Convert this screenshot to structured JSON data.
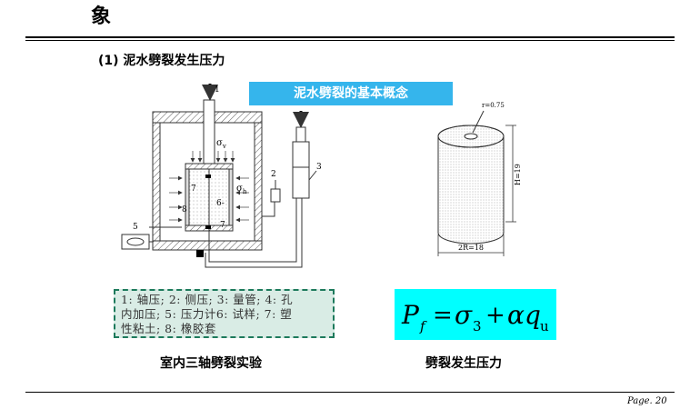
{
  "header": {
    "title": "象"
  },
  "section": {
    "heading": "(1) 泥水劈裂发生压力"
  },
  "banner": {
    "text": "泥水劈裂的基本概念"
  },
  "apparatus": {
    "labels": {
      "n1": "1",
      "n2": "2",
      "n3": "3",
      "n5": "5",
      "n6": "6-",
      "n7a": "7",
      "n7b": "7",
      "n8": "8",
      "sigma": "σ",
      "sub_v": "v",
      "sub_h": "h"
    }
  },
  "legend": {
    "line1": "1: 轴压; 2: 侧压; 3: 量管; 4: 孔",
    "line2": "内加压; 5: 压力计6: 试样; 7: 塑",
    "line3": "性粘土; 8: 橡胶套"
  },
  "cylinder": {
    "radius_label": "r=0.75",
    "height_label": "H=19",
    "diameter_label": "2R=18"
  },
  "formula": {
    "P": "P",
    "f": "f",
    "eq": "=",
    "sigma": "σ",
    "sub3": "3",
    "plus": "+",
    "alpha": "α",
    "q": "q",
    "u": "u"
  },
  "captions": {
    "left": "室内三轴劈裂实验",
    "right": "劈裂发生压力"
  },
  "footer": {
    "page": "Page. 20"
  }
}
